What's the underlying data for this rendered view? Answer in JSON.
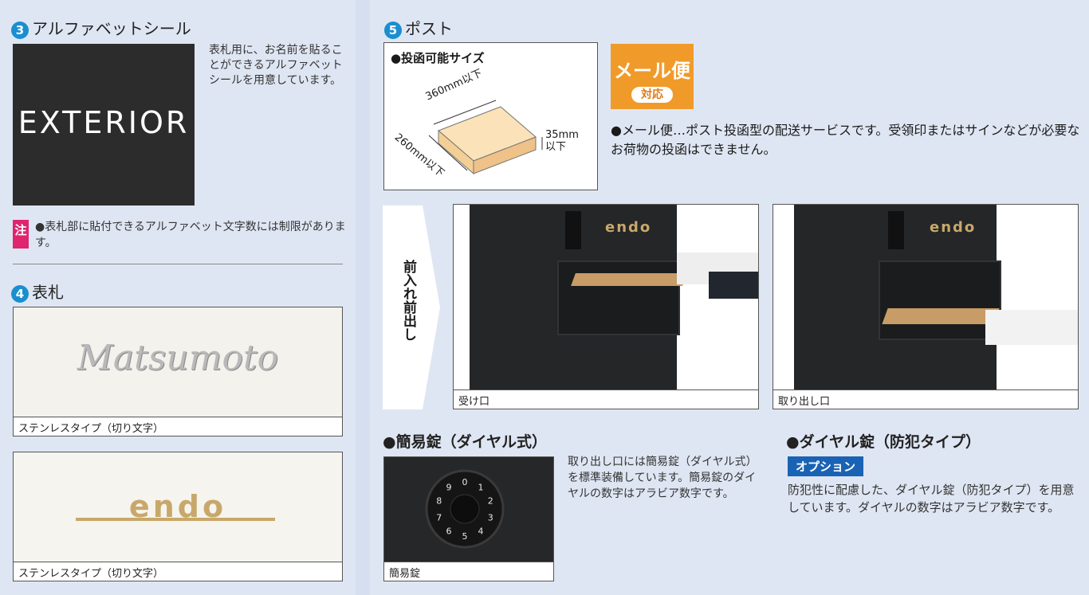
{
  "section3": {
    "number": "3",
    "title": "アルファベットシール",
    "sample_text": "EXTERIOR",
    "description": "表札用に、お名前を貼ることができるアルファベットシールを用意しています。",
    "note_mark": "注",
    "note": "●表札部に貼付できるアルファベット文字数には制限があります。"
  },
  "section4": {
    "number": "4",
    "title": "表札",
    "plate1": {
      "name_text": "Matsumoto",
      "caption": "ステンレスタイプ（切り文字）"
    },
    "plate2": {
      "name_text": "endo",
      "caption": "ステンレスタイプ（切り文字）"
    }
  },
  "section5": {
    "number": "5",
    "title": "ポスト",
    "size_box": {
      "heading": "●投函可能サイズ",
      "width_label": "360mm以下",
      "depth_label": "260mm以下",
      "height_label_1": "35mm",
      "height_label_2": "以下"
    },
    "mail_badge": {
      "title": "メール便",
      "sub": "対応"
    },
    "mail_description": "●メール便…ポスト投函型の配送サービスです。受領印またはサインなどが必要なお荷物の投函はできません。",
    "flow_label": "前入れ前出し",
    "photo_in": {
      "caption": "受け口",
      "nameplate": "endo"
    },
    "photo_out": {
      "caption": "取り出し口",
      "nameplate": "endo"
    },
    "simple_lock": {
      "heading": "●簡易錠（ダイヤル式）",
      "caption": "簡易錠",
      "description": "取り出し口には簡易錠（ダイヤル式）を標準装備しています。簡易錠のダイヤルの数字はアラビア数字です。",
      "dial_digits": [
        "0",
        "1",
        "2",
        "3",
        "4",
        "5",
        "6",
        "7",
        "8",
        "9"
      ]
    },
    "dial_lock": {
      "heading": "●ダイヤル錠（防犯タイプ）",
      "option_label": "オプション",
      "description": "防犯性に配慮した、ダイヤル錠（防犯タイプ）を用意しています。ダイヤルの数字はアラビア数字です。"
    }
  },
  "colors": {
    "accent_blue": "#1a8fd0",
    "note_pink": "#e0246e",
    "badge_orange": "#f09a2a",
    "option_blue": "#1a63b4"
  }
}
